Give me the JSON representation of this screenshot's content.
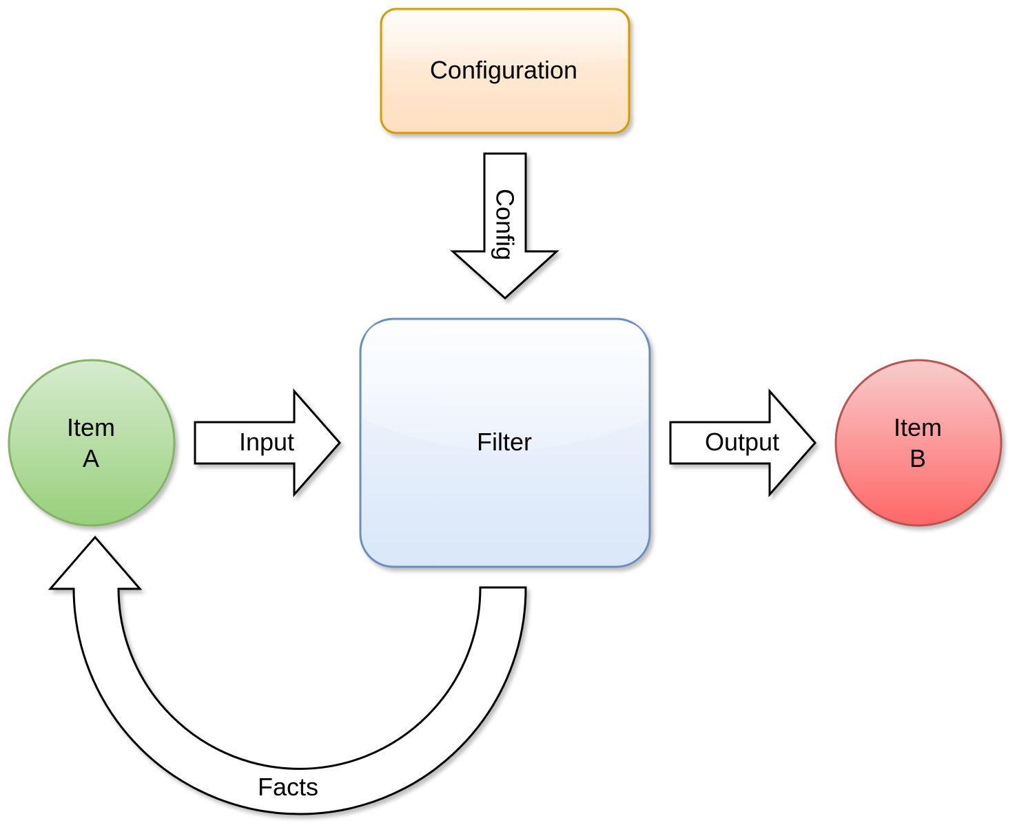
{
  "diagram": {
    "configuration": {
      "label": "Configuration",
      "fill_top": "#fff2e6",
      "fill_bottom": "#ffdfc0",
      "stroke": "#d79b00"
    },
    "filter": {
      "label": "Filter",
      "fill_top": "#f5f8fd",
      "fill_bottom": "#d9e7f8",
      "stroke": "#6c8ebf"
    },
    "item_a": {
      "line1": "Item",
      "line2": "A",
      "fill_top": "#d6ebd0",
      "fill_bottom": "#98d07a",
      "stroke": "#82b366"
    },
    "item_b": {
      "line1": "Item",
      "line2": "B",
      "fill_top": "#f8cccc",
      "fill_bottom": "#ff6666",
      "stroke": "#b85450"
    },
    "arrows": {
      "config": "Config",
      "input": "Input",
      "output": "Output",
      "facts": "Facts"
    }
  }
}
